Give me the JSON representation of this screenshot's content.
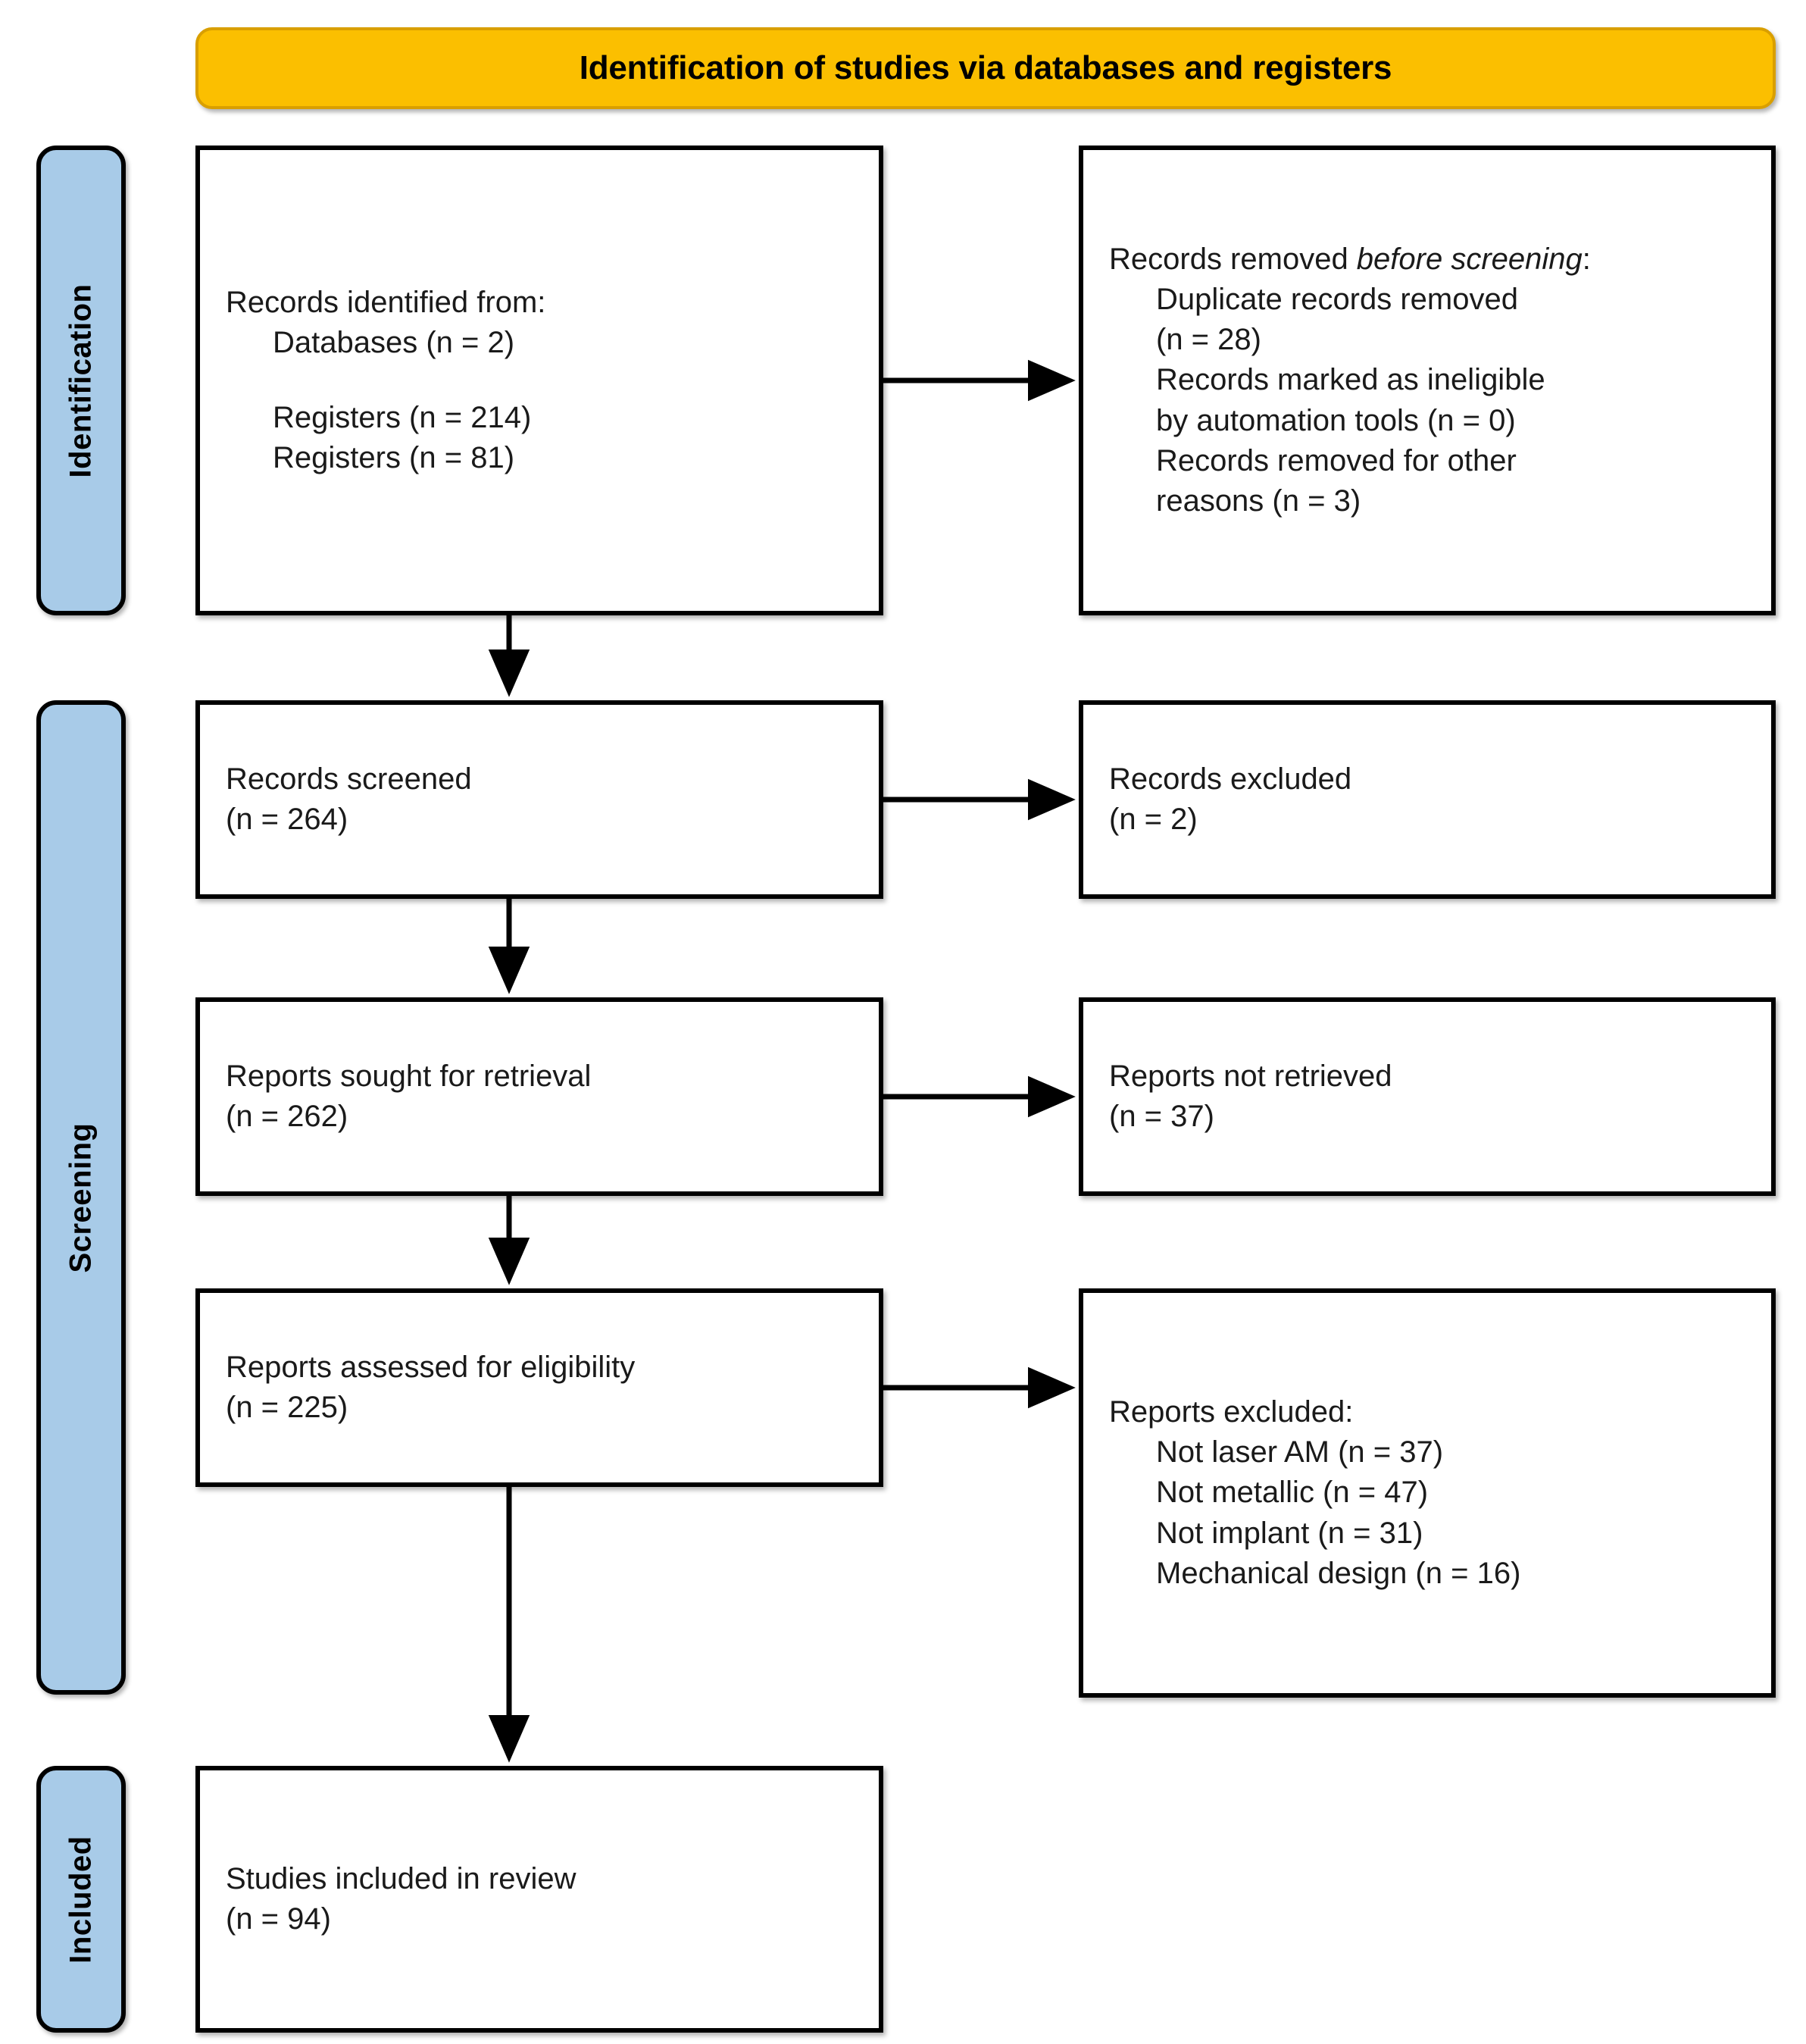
{
  "header": {
    "title": "Identification of studies via databases and registers",
    "banner_color": "#FBBF00",
    "banner_border_color": "#D99F00"
  },
  "stages": {
    "identification": {
      "label": "Identification",
      "color": "#A8CBE8"
    },
    "screening": {
      "label": "Screening",
      "color": "#A8CBE8"
    },
    "included": {
      "label": "Included",
      "color": "#A8CBE8"
    }
  },
  "boxes": {
    "identified": {
      "title": "Records identified from:",
      "items": [
        "Databases (n = 2)",
        "Registers (n = 214)",
        "Registers (n = 81)"
      ]
    },
    "removed_before_screening": {
      "title_plain": "Records removed ",
      "title_italic": "before screening",
      "title_suffix": ":",
      "items": [
        "Duplicate records removed",
        "(n = 28)",
        "Records marked as ineligible",
        "by automation tools (n = 0)",
        "Records removed for other",
        "reasons (n = 3)"
      ]
    },
    "records_screened": {
      "title": "Records screened",
      "count": "(n = 264)"
    },
    "records_excluded": {
      "title": "Records excluded",
      "count": "(n = 2)"
    },
    "reports_sought": {
      "title": "Reports sought for retrieval",
      "count": "(n = 262)"
    },
    "reports_not_retrieved": {
      "title": "Reports not retrieved",
      "count": "(n = 37)"
    },
    "reports_assessed": {
      "title": "Reports assessed for eligibility",
      "count": "(n = 225)"
    },
    "reports_excluded": {
      "title": "Reports excluded:",
      "items": [
        "Not laser AM (n = 37)",
        "Not metallic (n = 47)",
        "Not implant (n = 31)",
        "Mechanical design (n = 16)"
      ]
    },
    "studies_included": {
      "title": "Studies included in review",
      "count": "(n = 94)"
    }
  },
  "chart_data": {
    "type": "diagram",
    "title": "Identification of studies via databases and registers",
    "diagram_kind": "PRISMA 2020 flow diagram",
    "stages": [
      "Identification",
      "Screening",
      "Included"
    ],
    "nodes": [
      {
        "id": "identified",
        "stage": "Identification",
        "label": "Records identified from: Databases (n = 2); Registers (n = 214); Registers (n = 81)"
      },
      {
        "id": "removed_before",
        "stage": "Identification",
        "label": "Records removed before screening: Duplicate records removed (n = 28); Records marked as ineligible by automation tools (n = 0); Records removed for other reasons (n = 3)"
      },
      {
        "id": "records_screened",
        "stage": "Screening",
        "label": "Records screened (n = 264)"
      },
      {
        "id": "records_excluded",
        "stage": "Screening",
        "label": "Records excluded (n = 2)"
      },
      {
        "id": "reports_sought",
        "stage": "Screening",
        "label": "Reports sought for retrieval (n = 262)"
      },
      {
        "id": "reports_not_retrieved",
        "stage": "Screening",
        "label": "Reports not retrieved (n = 37)"
      },
      {
        "id": "reports_assessed",
        "stage": "Screening",
        "label": "Reports assessed for eligibility (n = 225)"
      },
      {
        "id": "reports_excluded",
        "stage": "Screening",
        "label": "Reports excluded: Not laser AM (n = 37); Not metallic (n = 47); Not implant (n = 31); Mechanical design (n = 16)"
      },
      {
        "id": "studies_included",
        "stage": "Included",
        "label": "Studies included in review (n = 94)"
      }
    ],
    "edges": [
      {
        "from": "identified",
        "to": "removed_before",
        "direction": "right"
      },
      {
        "from": "identified",
        "to": "records_screened",
        "direction": "down"
      },
      {
        "from": "records_screened",
        "to": "records_excluded",
        "direction": "right"
      },
      {
        "from": "records_screened",
        "to": "reports_sought",
        "direction": "down"
      },
      {
        "from": "reports_sought",
        "to": "reports_not_retrieved",
        "direction": "right"
      },
      {
        "from": "reports_sought",
        "to": "reports_assessed",
        "direction": "down"
      },
      {
        "from": "reports_assessed",
        "to": "reports_excluded",
        "direction": "right"
      },
      {
        "from": "reports_assessed",
        "to": "studies_included",
        "direction": "down"
      }
    ],
    "counts": {
      "databases": 2,
      "registers_1": 214,
      "registers_2": 81,
      "duplicates_removed": 28,
      "ineligible_automation": 0,
      "removed_other": 3,
      "records_screened": 264,
      "records_excluded": 2,
      "reports_sought": 262,
      "reports_not_retrieved": 37,
      "reports_assessed": 225,
      "excluded_not_laser_am": 37,
      "excluded_not_metallic": 47,
      "excluded_not_implant": 31,
      "excluded_mechanical_design": 16,
      "studies_included": 94
    }
  }
}
